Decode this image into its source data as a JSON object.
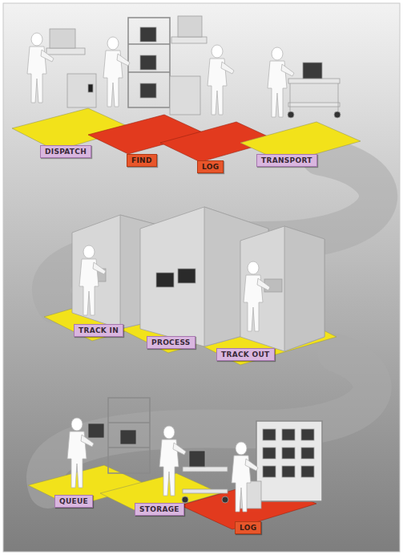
{
  "diagram": {
    "nodes": [
      {
        "text": [
          "DISPATCH"
        ]
      },
      {
        "text": [
          "FIND"
        ]
      },
      {
        "text": [
          "LOG"
        ]
      },
      {
        "text": [
          "TRANSPORT"
        ]
      },
      {
        "text": [
          "TRACK IN"
        ]
      },
      {
        "text": [
          "PROCESS"
        ]
      },
      {
        "text": [
          "TRACK OUT"
        ]
      },
      {
        "text": [
          "QUEUE"
        ]
      },
      {
        "text": [
          "STORAGE"
        ]
      },
      {
        "text": [
          "LOG"
        ]
      }
    ]
  }
}
